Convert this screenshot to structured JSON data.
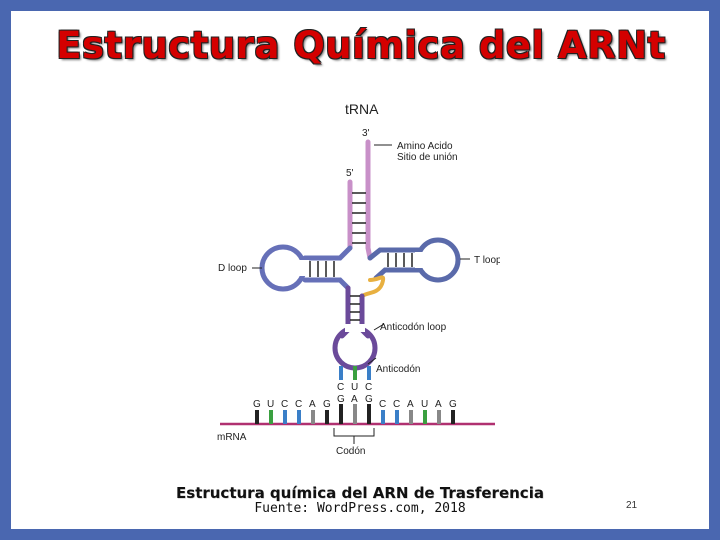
{
  "slide": {
    "title": "Estructura Química del ARNt",
    "caption": "Estructura química del ARN de Trasferencia",
    "source": "Fuente: WordPress.com, 2018",
    "page_number": "21"
  },
  "diagram": {
    "heading": "tRNA",
    "end_3": "3'",
    "end_5": "5'",
    "amino_acid_label": "Amino Acido",
    "binding_site_label": "Sitio de unión",
    "d_loop_label": "D loop",
    "t_loop_label": "T loop",
    "anticodon_loop_label": "Anticodón loop",
    "anticodon_label": "Anticodón",
    "anticodon_bases": [
      "C",
      "U",
      "C"
    ],
    "codon_bases": [
      "G",
      "A",
      "G"
    ],
    "mrna_bases_left": [
      "G",
      "U",
      "C",
      "C",
      "A",
      "G"
    ],
    "mrna_bases_right": [
      "C",
      "C",
      "A",
      "U",
      "A",
      "G"
    ],
    "mrna_label": "mRNA",
    "codon_label": "Codón",
    "colors": {
      "acceptor_stem": "#c890c8",
      "d_arm": "#6670b8",
      "t_arm": "#5a6aaa",
      "anticodon_arm": "#6b4a9a",
      "variable_loop": "#e8b040",
      "mrna": "#b03070",
      "base_g": "#222222",
      "base_c": "#3a7fc8",
      "base_u": "#3aa040",
      "base_a": "#888888"
    }
  }
}
